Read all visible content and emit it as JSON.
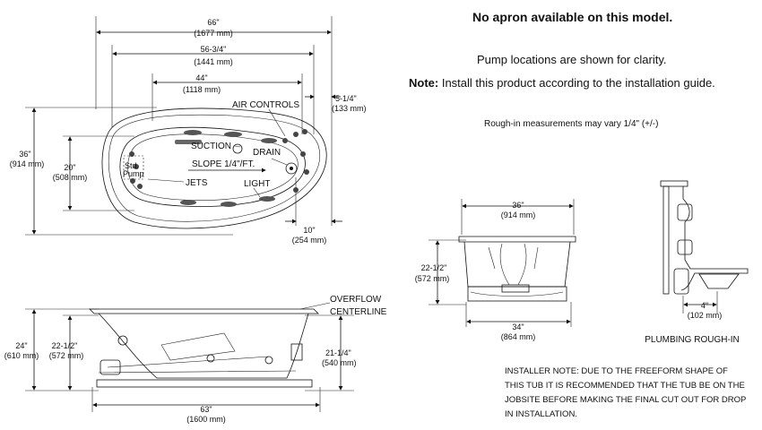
{
  "notes": {
    "apron": "No apron available on this model.",
    "pump": "Pump locations are shown for clarity.",
    "note_label": "Note:",
    "note_text": " Install this product according to the installation guide.",
    "rough_in": "Rough-in measurements may vary 1/4\" (+/-)",
    "installer": "INSTALLER NOTE: DUE TO THE FREEFORM SHAPE OF THIS TUB IT IS RECOMMENDED THAT THE TUB BE ON THE JOBSITE BEFORE MAKING THE FINAL CUT OUT FOR DROP IN INSTALLATION."
  },
  "top_view": {
    "dim_66": "66\"",
    "dim_66_mm": "(1677 mm)",
    "dim_56": "56-3/4\"",
    "dim_56_mm": "(1441 mm)",
    "dim_44": "44\"",
    "dim_44_mm": "(1118 mm)",
    "dim_5": "5-1/4\"",
    "dim_5_mm": "(133 mm)",
    "dim_36": "36\"",
    "dim_36_mm": "(914 mm)",
    "dim_20": "20\"",
    "dim_20_mm": "(508 mm)",
    "dim_10": "10\"",
    "dim_10_mm": "(254 mm)",
    "air_controls": "AIR CONTROLS",
    "suction": "SUCTION",
    "drain": "DRAIN",
    "slope": "SLOPE 1/4\"/FT.",
    "std": "Std.",
    "pump": "Pump",
    "jets": "JETS",
    "light": "LIGHT"
  },
  "side_view": {
    "overflow": "OVERFLOW",
    "centerline": "CENTERLINE",
    "dim_24": "24\"",
    "dim_24_mm": "(610 mm)",
    "dim_22": "22-1/2\"",
    "dim_22_mm": "(572 mm)",
    "dim_21": "21-1/4\"",
    "dim_21_mm": "(540 mm)",
    "dim_63": "63\"",
    "dim_63_mm": "(1600 mm)"
  },
  "end_view": {
    "dim_36": "36\"",
    "dim_36_mm": "(914 mm)",
    "dim_22": "22-1/2\"",
    "dim_22_mm": "(572 mm)",
    "dim_34": "34\"",
    "dim_34_mm": "(864 mm)"
  },
  "plumbing": {
    "dim_4": "4\"",
    "dim_4_mm": "(102 mm)",
    "label": "PLUMBING ROUGH-IN"
  }
}
